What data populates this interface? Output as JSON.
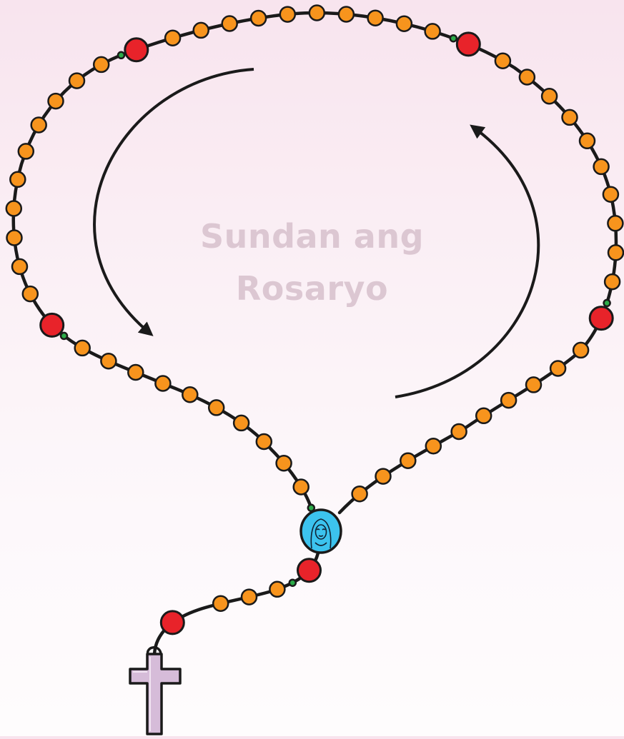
{
  "title": {
    "line1": "Sundan ang",
    "line2": "Rosaryo"
  },
  "colors": {
    "small_bead": "#f7941d",
    "large_bead": "#e8232a",
    "spacer_bead": "#2bab48",
    "medal": "#3cc3ee",
    "cross": "#d6bcd9",
    "chain": "#1a1a1a",
    "arrow": "#1a1a1a",
    "title": "#dcc7d2"
  },
  "icons": {
    "medal": "mary-face-icon",
    "cross": "crucifix-icon",
    "arrows": "counterclockwise-arrow-icon"
  },
  "rosary": {
    "loop_small_beads_per_decade": 10,
    "loop_decades": 5,
    "pendant_small_beads": 3,
    "pendant_large_beads": 2
  }
}
